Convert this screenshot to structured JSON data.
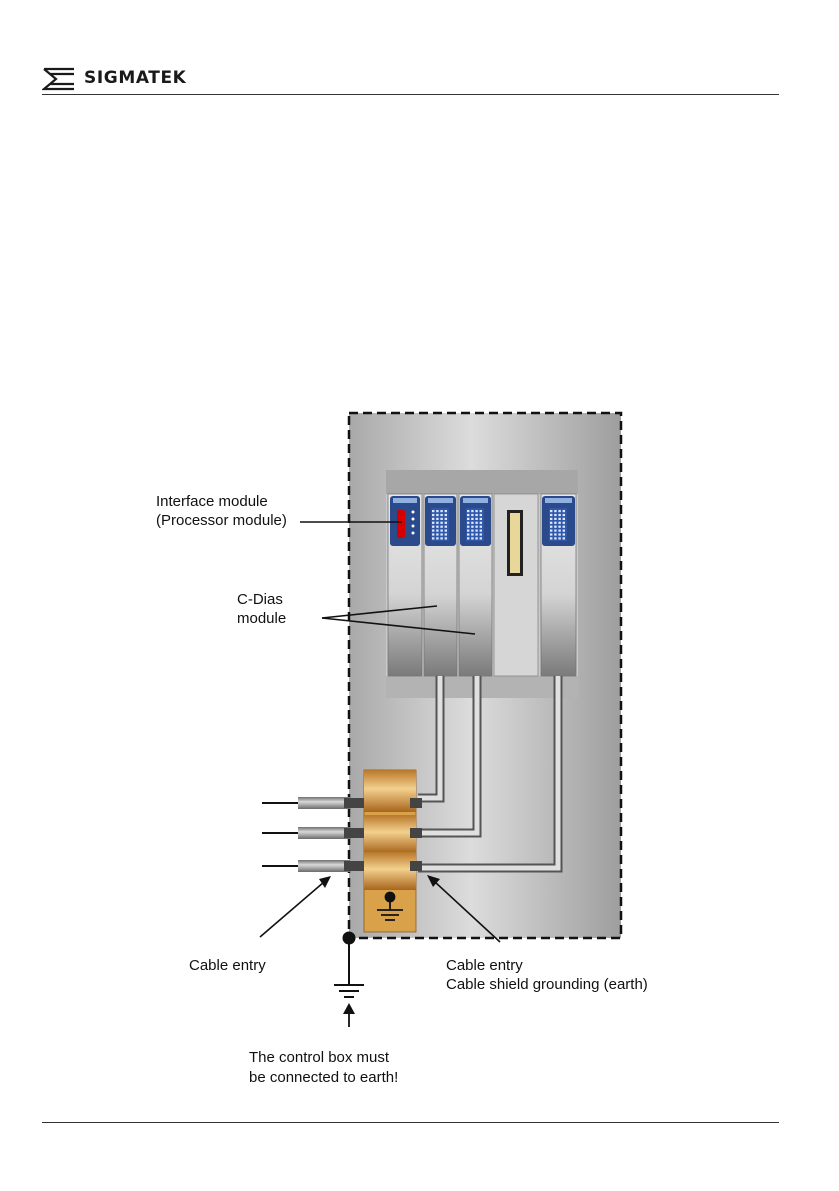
{
  "header": {
    "brand": "SIGMATEK",
    "logo_icon": "sigmatek-logo-icon"
  },
  "diagram": {
    "labels": {
      "interface_line1": "Interface module",
      "interface_line2": "(Processor module)",
      "cdias_line1": "C-Dias",
      "cdias_line2": "module",
      "cable_entry_left": "Cable entry",
      "cable_entry_right_line1": "Cable entry",
      "cable_entry_right_line2": "Cable shield grounding (earth)",
      "earth_note_line1": "The control box must",
      "earth_note_line2": "be connected to earth!"
    },
    "colors": {
      "cabinet": "#b8b8b8",
      "module_blue": "#2a4a8c",
      "processor_led": "#d40000",
      "clamp": "#d9a24a"
    }
  }
}
